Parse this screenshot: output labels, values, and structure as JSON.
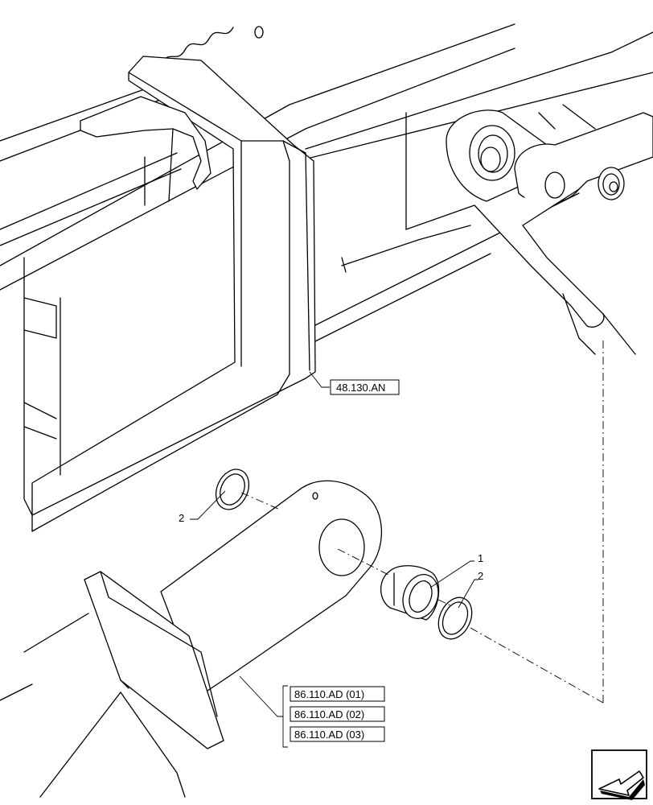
{
  "callouts": {
    "item1": "1",
    "item2_left": "2",
    "item2_right": "2"
  },
  "references": {
    "ref_top": "48.130.AN",
    "ref_group": [
      "86.110.AD (01)",
      "86.110.AD (02)",
      "86.110.AD (03)"
    ]
  },
  "icons": {
    "corner": "direction-arrow-icon"
  },
  "colors": {
    "line": "#000000",
    "background": "#ffffff"
  }
}
